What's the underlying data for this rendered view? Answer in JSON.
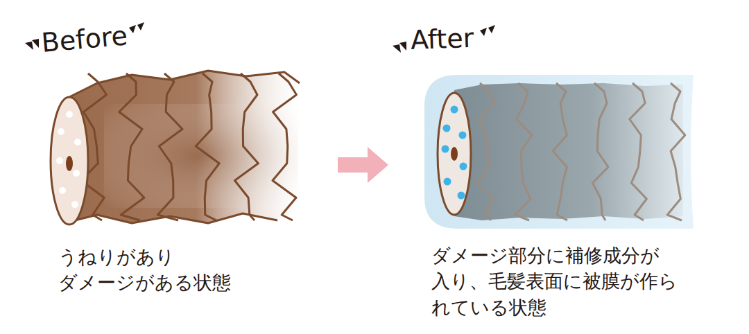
{
  "diagram": {
    "labels": [
      "Before",
      "After",
      "うねりがあり ダメージがある状態",
      "ダメージ部分に補修成分が 入り、毛髪表面に被膜が作ら れている状態"
    ]
  }
}
